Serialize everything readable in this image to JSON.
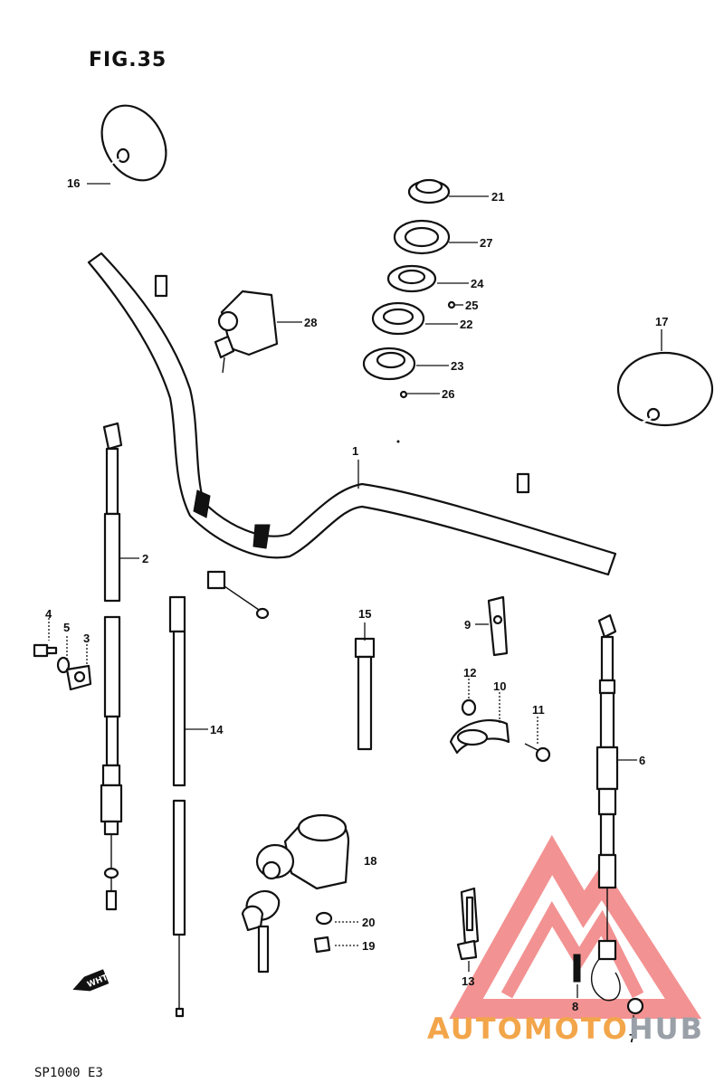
{
  "figure": {
    "title": "FIG.35",
    "model": "SP1000 E3"
  },
  "watermark": {
    "text_a": "AUTOMOTO",
    "text_b": "HUB",
    "color_a": "#f3a54a",
    "color_b": "#9aa0a8",
    "triangle_color": "#f06e6e"
  },
  "callouts": {
    "p1": "1",
    "p2": "2",
    "p3": "3",
    "p4": "4",
    "p5": "5",
    "p6": "6",
    "p7": "7",
    "p8": "8",
    "p9": "9",
    "p10": "10",
    "p11": "11",
    "p12": "12",
    "p13": "13",
    "p14": "14",
    "p15": "15",
    "p16": "16",
    "p17": "17",
    "p18": "18",
    "p19": "19",
    "p20": "20",
    "p21": "21",
    "p22": "22",
    "p23": "23",
    "p24": "24",
    "p25": "25",
    "p26": "26",
    "p27": "27",
    "p28": "28"
  },
  "stamp_text": "WHT"
}
